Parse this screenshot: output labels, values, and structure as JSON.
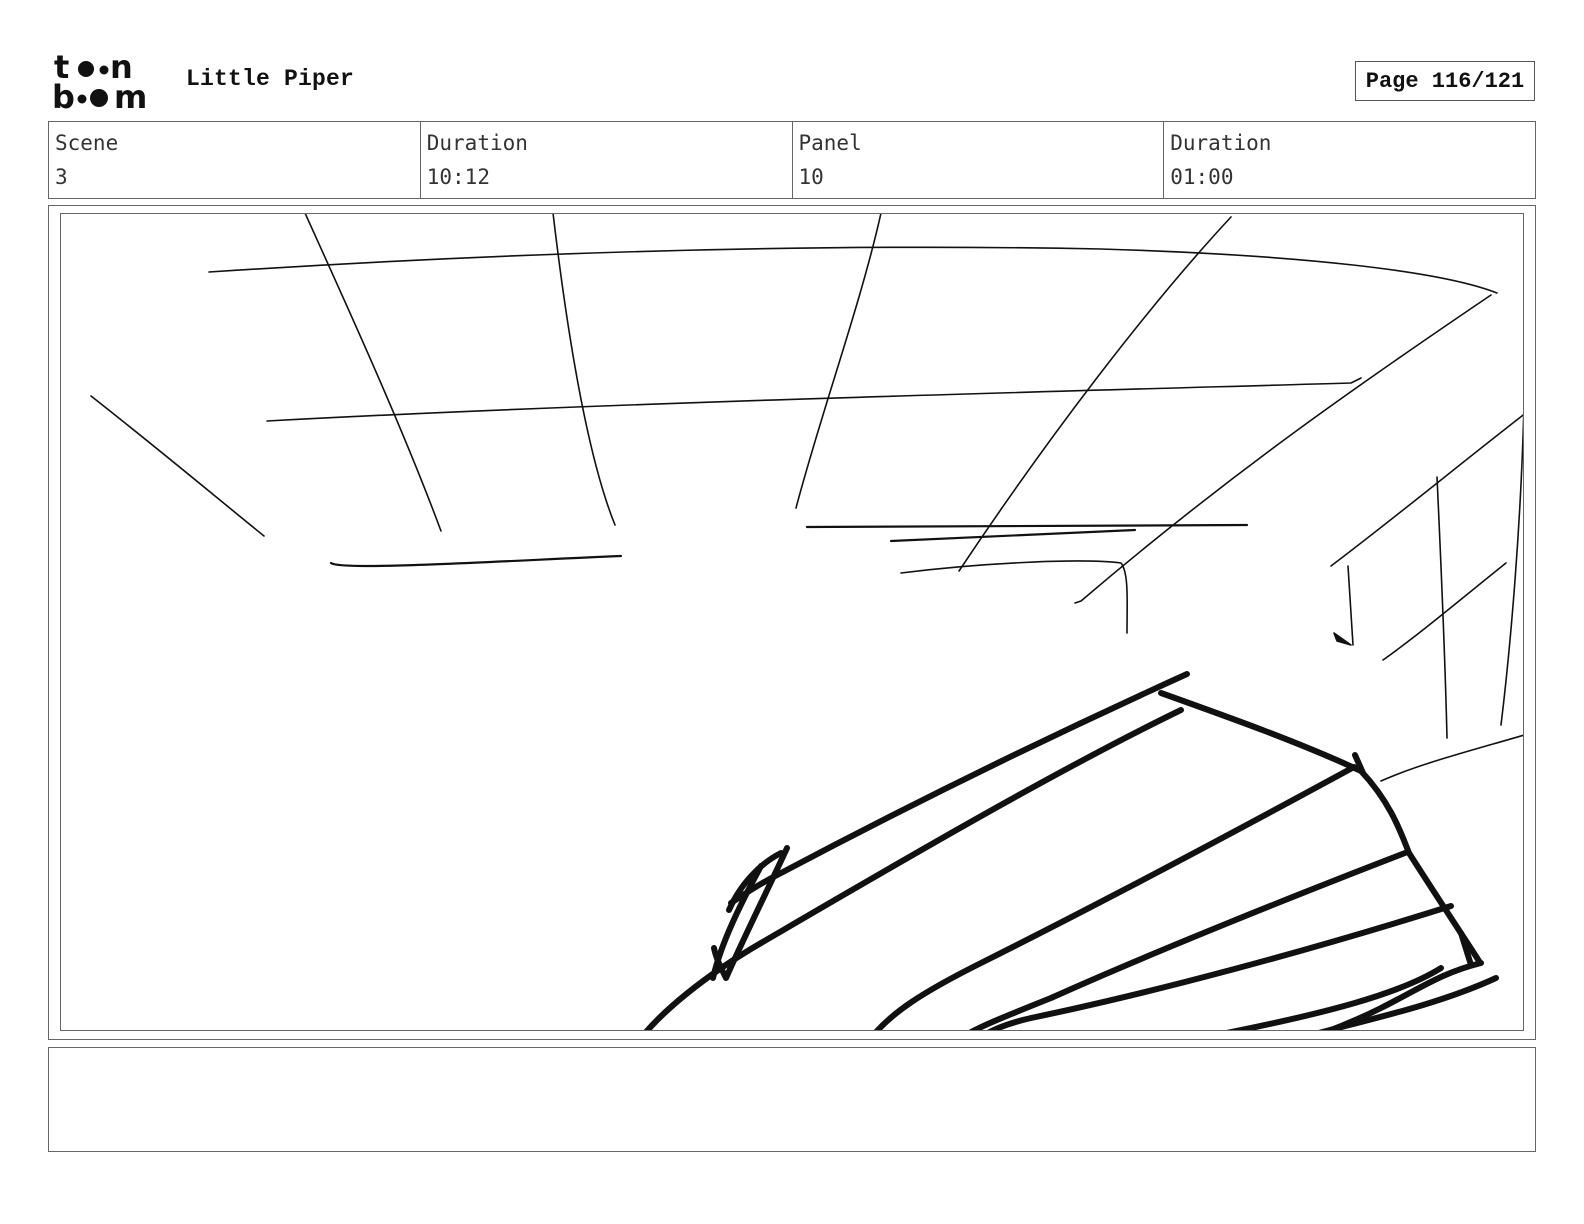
{
  "logo": {
    "text_line1": "toon",
    "text_line2": "boom",
    "icon": "toon-boom-logo"
  },
  "header": {
    "project_title": "Little Piper",
    "page_label": "Page 116/121"
  },
  "info": [
    {
      "label": "Scene",
      "value": "3"
    },
    {
      "label": "Duration",
      "value": "10:12"
    },
    {
      "label": "Panel",
      "value": "10"
    },
    {
      "label": "Duration",
      "value": "01:00"
    }
  ],
  "panel": {
    "image": "storyboard-sketch"
  },
  "caption": {
    "text": ""
  }
}
